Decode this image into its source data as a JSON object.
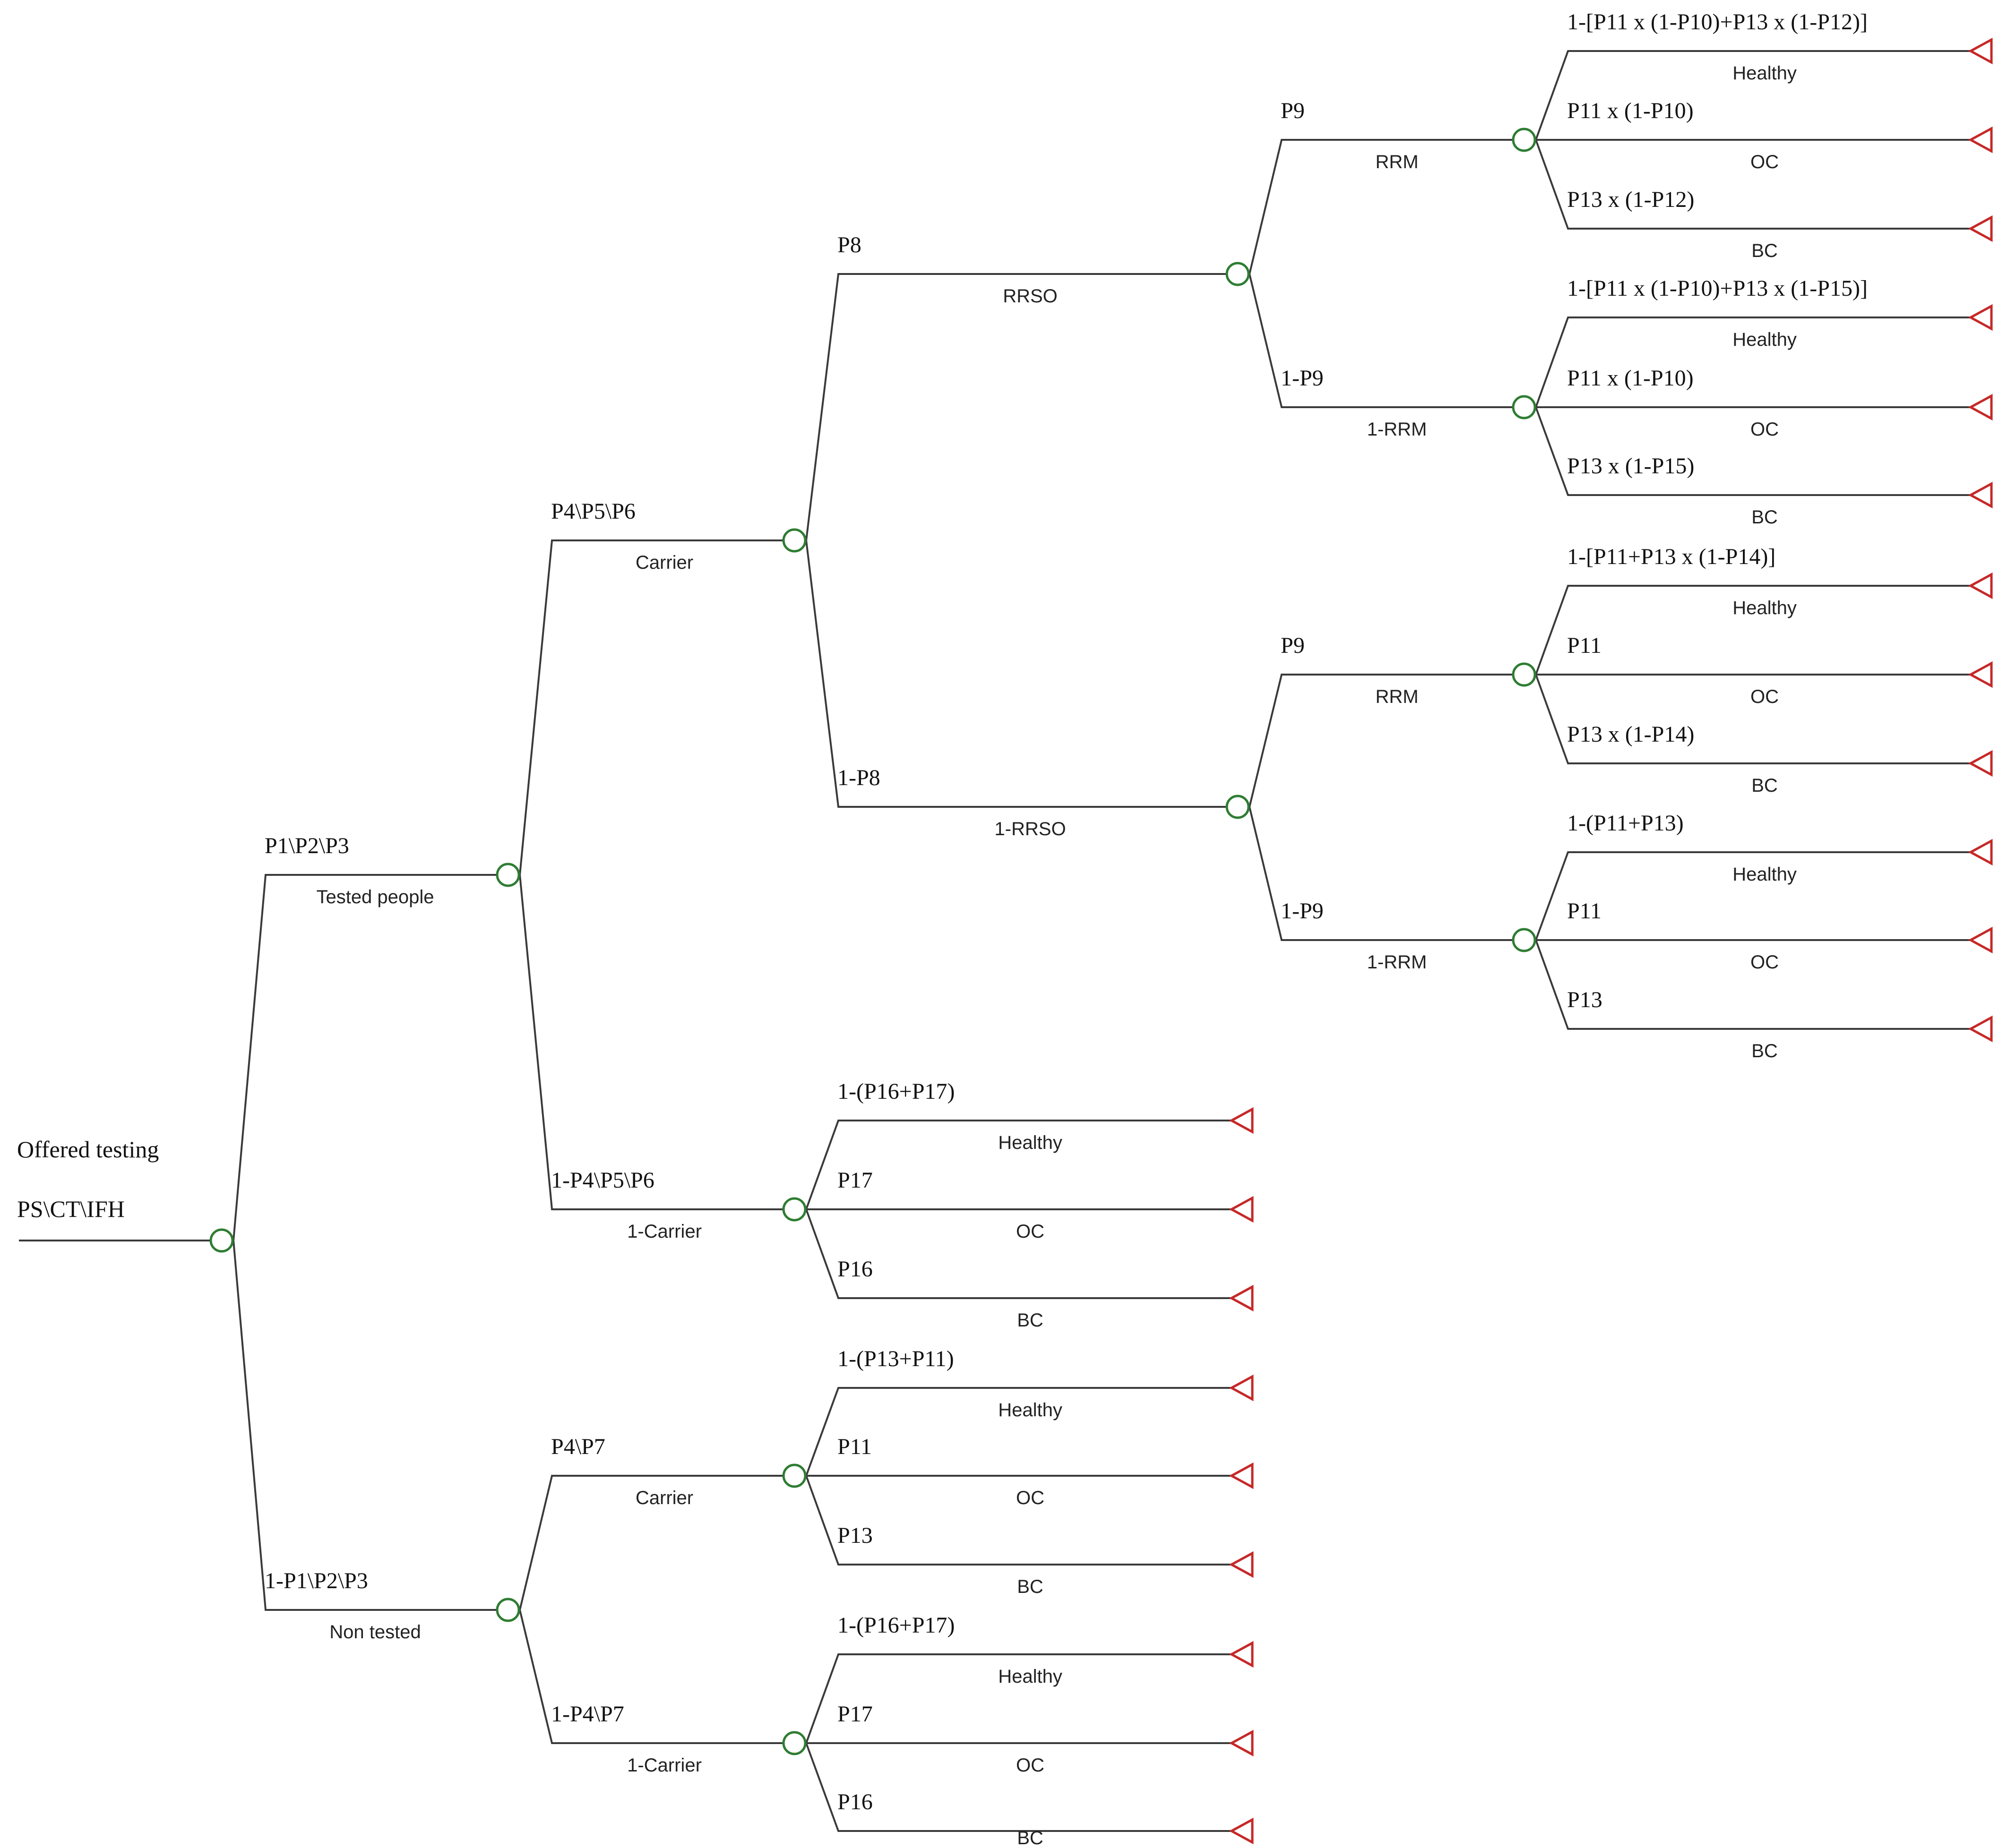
{
  "root": {
    "title": "Offered testing",
    "subtitle": "PS\\CT\\IFH"
  },
  "branches": {
    "tested": {
      "prob": "P1\\P2\\P3",
      "label": "Tested people"
    },
    "non_tested": {
      "prob": "1-P1\\P2\\P3",
      "label": "Non tested"
    },
    "t_carrier": {
      "prob": "P4\\P5\\P6",
      "label": "Carrier"
    },
    "t_noncarrier": {
      "prob": "1-P4\\P5\\P6",
      "label": "1-Carrier"
    },
    "rrso": {
      "prob": "P8",
      "label": "RRSO"
    },
    "no_rrso": {
      "prob": "1-P8",
      "label": "1-RRSO"
    },
    "rrso_rrm": {
      "prob": "P9",
      "label": "RRM"
    },
    "rrso_no_rrm": {
      "prob": "1-P9",
      "label": "1-RRM"
    },
    "norrso_rrm": {
      "prob": "P9",
      "label": "RRM"
    },
    "norrso_no_rrm": {
      "prob": "1-P9",
      "label": "1-RRM"
    },
    "nt_carrier": {
      "prob": "P4\\P7",
      "label": "Carrier"
    },
    "nt_noncarrier": {
      "prob": "1-P4\\P7",
      "label": "1-Carrier"
    }
  },
  "outcomes": {
    "a": [
      {
        "prob": "1-[P11 x (1-P10)+P13 x (1-P12)]",
        "label": "Healthy"
      },
      {
        "prob": "P11 x (1-P10)",
        "label": "OC"
      },
      {
        "prob": "P13 x (1-P12)",
        "label": "BC"
      }
    ],
    "b": [
      {
        "prob": "1-[P11 x (1-P10)+P13 x (1-P15)]",
        "label": "Healthy"
      },
      {
        "prob": "P11 x (1-P10)",
        "label": "OC"
      },
      {
        "prob": "P13 x (1-P15)",
        "label": "BC"
      }
    ],
    "c": [
      {
        "prob": "1-[P11+P13 x (1-P14)]",
        "label": "Healthy"
      },
      {
        "prob": "P11",
        "label": "OC"
      },
      {
        "prob": "P13 x (1-P14)",
        "label": "BC"
      }
    ],
    "d": [
      {
        "prob": "1-(P11+P13)",
        "label": "Healthy"
      },
      {
        "prob": "P11",
        "label": "OC"
      },
      {
        "prob": "P13",
        "label": "BC"
      }
    ],
    "e": [
      {
        "prob": "1-(P16+P17)",
        "label": "Healthy"
      },
      {
        "prob": "P17",
        "label": "OC"
      },
      {
        "prob": "P16",
        "label": "BC"
      }
    ],
    "f": [
      {
        "prob": "1-(P13+P11)",
        "label": "Healthy"
      },
      {
        "prob": "P11",
        "label": "OC"
      },
      {
        "prob": "P13",
        "label": "BC"
      }
    ],
    "g": [
      {
        "prob": "1-(P16+P17)",
        "label": "Healthy"
      },
      {
        "prob": "P17",
        "label": "OC"
      },
      {
        "prob": "P16",
        "label": "BC"
      }
    ]
  }
}
